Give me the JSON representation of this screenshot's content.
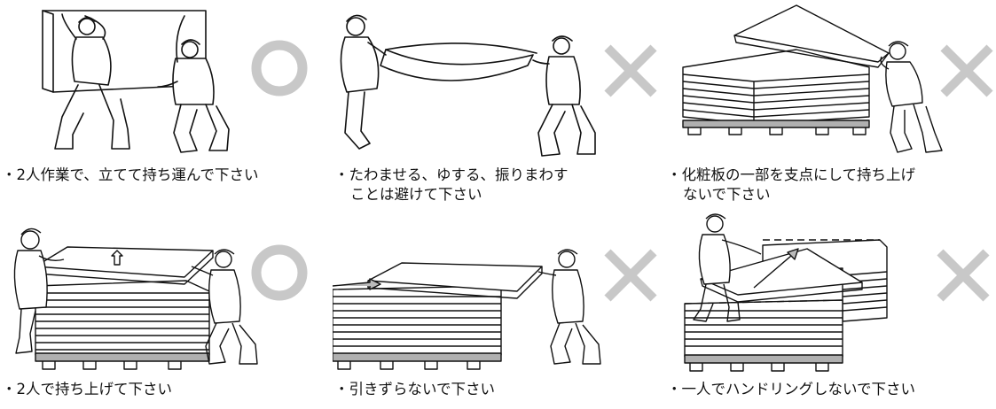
{
  "panels": [
    {
      "caption": [
        "・2人作業で、立てて持ち運んで下さい"
      ],
      "verdict": "correct",
      "verdict_symbol": "○"
    },
    {
      "caption": [
        "・たわませる、ゆする、振りまわす",
        "ことは避けて下さい"
      ],
      "verdict": "incorrect",
      "verdict_symbol": "×"
    },
    {
      "caption": [
        "・化粧板の一部を支点にして持ち上げ",
        "ないで下さい"
      ],
      "verdict": "incorrect",
      "verdict_symbol": "×"
    },
    {
      "caption": [
        "・2人で持ち上げて下さい"
      ],
      "verdict": "correct",
      "verdict_symbol": "○"
    },
    {
      "caption": [
        "・引きずらないで下さい"
      ],
      "verdict": "incorrect",
      "verdict_symbol": "×"
    },
    {
      "caption": [
        "・一人でハンドリングしないで下さい"
      ],
      "verdict": "incorrect",
      "verdict_symbol": "×"
    }
  ],
  "colors": {
    "mark": "#c8c8c8",
    "line": "#111111",
    "pallet": "#b0b0b0"
  }
}
